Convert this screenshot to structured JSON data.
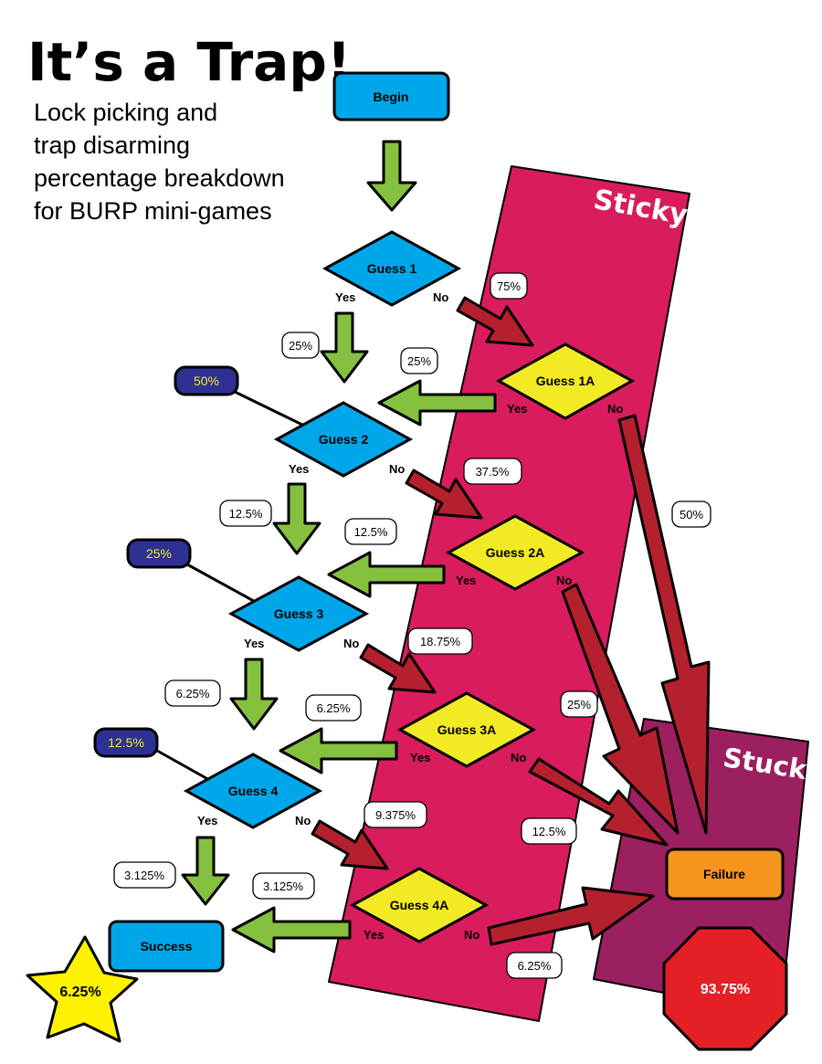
{
  "title": "It’s a Trap!",
  "subtitle": [
    "Lock picking and",
    "trap disarming",
    "percentage breakdown",
    "for BURP mini-games"
  ],
  "zones": {
    "sticky": "Sticky",
    "stuck": "Stuck!"
  },
  "colors": {
    "blue": "#00a6ea",
    "yellow": "#f2ea25",
    "green": "#86c03f",
    "red": "#b5202e",
    "sticky": "#d81c5d",
    "stuck": "#9c1f60",
    "orange": "#f7941d",
    "navy": "#2e3192",
    "stop": "#e41f26"
  },
  "nodes": {
    "begin": "Begin",
    "guess1": "Guess 1",
    "guess1a": "Guess 1A",
    "guess2": "Guess 2",
    "guess2a": "Guess 2A",
    "guess3": "Guess 3",
    "guess3a": "Guess 3A",
    "guess4": "Guess 4",
    "guess4a": "Guess 4A",
    "success": "Success",
    "failure": "Failure"
  },
  "branch": {
    "yes": "Yes",
    "no": "No"
  },
  "edges": {
    "g1_yes": "25%",
    "g1_no": "75%",
    "g1a_yes": "25%",
    "g1a_no": "50%",
    "g2_yes": "12.5%",
    "g2_no": "37.5%",
    "g2a_yes": "12.5%",
    "g2a_no": "25%",
    "g3_yes": "6.25%",
    "g3_no": "18.75%",
    "g3a_yes": "6.25%",
    "g3a_no": "12.5%",
    "g4_yes": "3.125%",
    "g4_no": "9.375%",
    "g4a_yes": "3.125%",
    "g4a_no": "6.25%"
  },
  "callouts": {
    "g2": "50%",
    "g3": "25%",
    "g4": "12.5%"
  },
  "success_total": "6.25%",
  "failure_total": "93.75%"
}
